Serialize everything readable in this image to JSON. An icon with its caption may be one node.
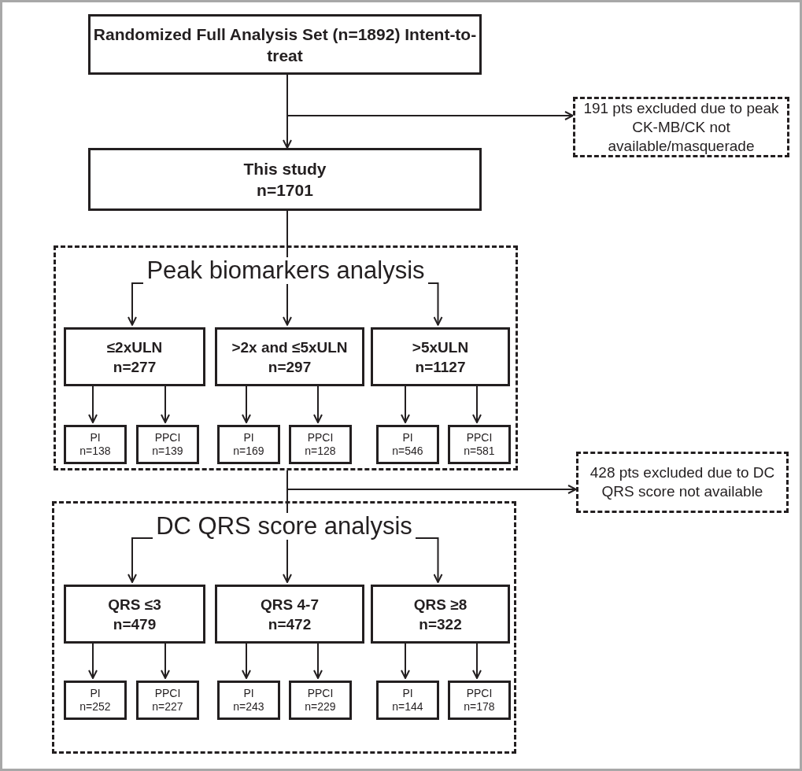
{
  "diagram": {
    "nodes": [
      {
        "text": [
          "Randomized Full Analysis Set (n=1892) Intent-to-treat"
        ]
      },
      {
        "text": [
          "191 pts excluded due to peak CK-MB/CK not available/masquerade"
        ]
      },
      {
        "text": [
          "This study",
          "n=1701"
        ]
      },
      {
        "text": [
          "Peak biomarkers analysis"
        ]
      },
      {
        "text": [
          "≤2xULN",
          "n=277"
        ],
        "in": 3
      },
      {
        "text": [
          ">2x and ≤5xULN",
          "n=297"
        ],
        "in": 3
      },
      {
        "text": [
          ">5xULN",
          "n=1127"
        ],
        "in": 3
      },
      {
        "text": [
          "PI",
          "n=138"
        ],
        "in": 3
      },
      {
        "text": [
          "PPCI",
          "n=139"
        ],
        "in": 3
      },
      {
        "text": [
          "PI",
          "n=169"
        ],
        "in": 3
      },
      {
        "text": [
          "PPCI",
          "n=128"
        ],
        "in": 3
      },
      {
        "text": [
          "PI",
          "n=546"
        ],
        "in": 3
      },
      {
        "text": [
          "PPCI",
          "n=581"
        ],
        "in": 3
      },
      {
        "text": [
          "428 pts excluded due to DC QRS score not available"
        ]
      },
      {
        "text": [
          "DC QRS score analysis"
        ]
      },
      {
        "text": [
          "QRS ≤3",
          "n=479"
        ],
        "in": 14
      },
      {
        "text": [
          "QRS 4-7",
          "n=472"
        ],
        "in": 14
      },
      {
        "text": [
          "QRS ≥8",
          "n=322"
        ],
        "in": 14
      },
      {
        "text": [
          "PI",
          "n=252"
        ],
        "in": 14
      },
      {
        "text": [
          "PPCI",
          "n=227"
        ],
        "in": 14
      },
      {
        "text": [
          "PI",
          "n=243"
        ],
        "in": 14
      },
      {
        "text": [
          "PPCI",
          "n=229"
        ],
        "in": 14
      },
      {
        "text": [
          "PI",
          "n=144"
        ],
        "in": 14
      },
      {
        "text": [
          "PPCI",
          "n=178"
        ],
        "in": 14
      }
    ],
    "edges": [
      {
        "from": 0,
        "to": 2,
        "arrow": "to"
      },
      {
        "from": 0,
        "to": 1,
        "arrow": "to"
      },
      {
        "from": 2,
        "to": 4,
        "arrow": "to"
      },
      {
        "from": 2,
        "to": 5,
        "arrow": "to"
      },
      {
        "from": 2,
        "to": 6,
        "arrow": "to"
      },
      {
        "from": 4,
        "to": 7,
        "arrow": "to"
      },
      {
        "from": 4,
        "to": 8,
        "arrow": "to"
      },
      {
        "from": 5,
        "to": 9,
        "arrow": "to"
      },
      {
        "from": 5,
        "to": 10,
        "arrow": "to"
      },
      {
        "from": 6,
        "to": 11,
        "arrow": "to"
      },
      {
        "from": 6,
        "to": 12,
        "arrow": "to"
      },
      {
        "from": 3,
        "to": 13,
        "arrow": "to"
      },
      {
        "from": 3,
        "to": 15,
        "arrow": "to"
      },
      {
        "from": 3,
        "to": 16,
        "arrow": "to"
      },
      {
        "from": 3,
        "to": 17,
        "arrow": "to"
      },
      {
        "from": 15,
        "to": 18,
        "arrow": "to"
      },
      {
        "from": 15,
        "to": 19,
        "arrow": "to"
      },
      {
        "from": 16,
        "to": 20,
        "arrow": "to"
      },
      {
        "from": 16,
        "to": 21,
        "arrow": "to"
      },
      {
        "from": 17,
        "to": 22,
        "arrow": "to"
      },
      {
        "from": 17,
        "to": 23,
        "arrow": "to"
      }
    ]
  }
}
